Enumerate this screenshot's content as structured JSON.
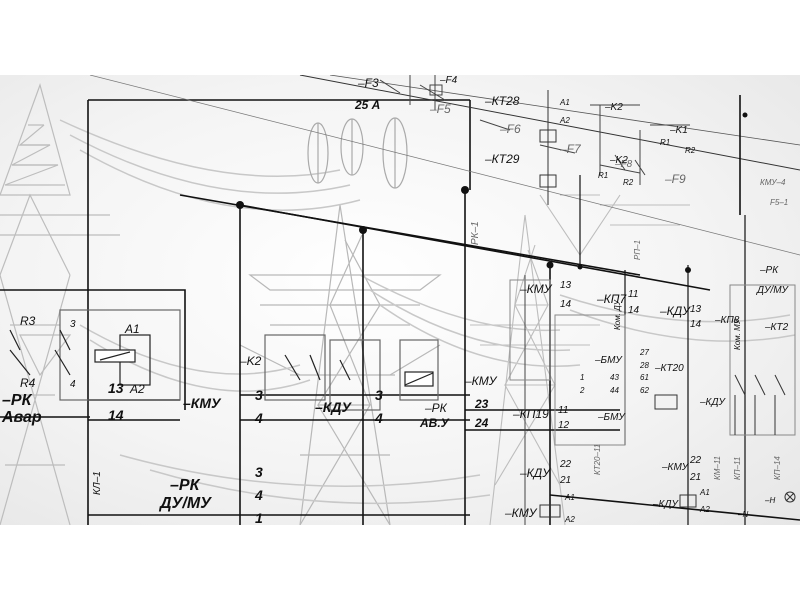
{
  "image": {
    "description_tags": [
      "electrical-schematic",
      "transmission-tower-overlay"
    ],
    "colors": {
      "line_dark": "#111111",
      "line_mid": "#555555",
      "line_light": "#aaaaaa",
      "tower": "#bdbdbd",
      "background": "#f4f4f4"
    }
  },
  "labels": {
    "f3": "–F3",
    "f3_rating": "25 А",
    "f4": "–F4",
    "f5": "–F5",
    "f6": "–F6",
    "f7": "–F7",
    "f8": "–F8",
    "f9": "–F9",
    "k1": "–K1",
    "k2_top": "–K2",
    "k2_mid": "–K2",
    "kt28": "–КТ28",
    "kt29": "–КТ29",
    "r1": "R1",
    "r2": "R2",
    "r1b": "R1",
    "r2b": "R2",
    "a1": "A1",
    "a2": "A2",
    "r3": "R3",
    "r4": "R4",
    "pk_avar": "–РК",
    "avar": "Авар",
    "n13": "13",
    "n14": "14",
    "kmu1": "–КМУ",
    "kmu2": "–КМУ",
    "kmu3": "–КМУ",
    "kdu1": "–КДУ",
    "kdu2": "–КДУ",
    "kdu3": "–КДУ",
    "pk_avu": "–РК",
    "avu": "АВ.У",
    "pk_du": "–РК",
    "du_mu": "ДУ/МУ",
    "n3a": "3",
    "n4a": "4",
    "n3b": "3",
    "n4b": "4",
    "n3c": "3",
    "n4c": "4",
    "n1": "1",
    "n23": "23",
    "n24": "24",
    "n11": "11",
    "n12": "12",
    "n21": "21",
    "n22": "22",
    "kp19": "–КП19",
    "kp7": "–КП7",
    "kp8": "–КП8",
    "kt20": "–КТ20",
    "kt2": "–КТ2",
    "kdu_top": "–КДУ",
    "bmu1": "–БМУ",
    "bmu2": "–БМУ",
    "pk_du2": "–РК",
    "du_mu2": "ДУ/МУ",
    "h_lamp": "–H",
    "n_n": "–N",
    "kl1": "КЛ–1",
    "rk1": "РК–1",
    "km4": "КМУ–4",
    "f5_1": "F5–1",
    "rp1": "РП–1",
    "kt20_11": "КТ20–11",
    "kp11": "КП–11",
    "kp14": "КП–14",
    "km11": "КМ–11",
    "n27": "27",
    "n28": "28",
    "n1b": "1",
    "n2b": "2",
    "n3d": "3",
    "n4d": "4",
    "n13b": "13",
    "n14b": "14",
    "n61": "61",
    "n62": "62",
    "n43": "43",
    "n44": "44",
    "km_du": "Ком. ДУ",
    "km_mu": "Ком. МУ"
  }
}
